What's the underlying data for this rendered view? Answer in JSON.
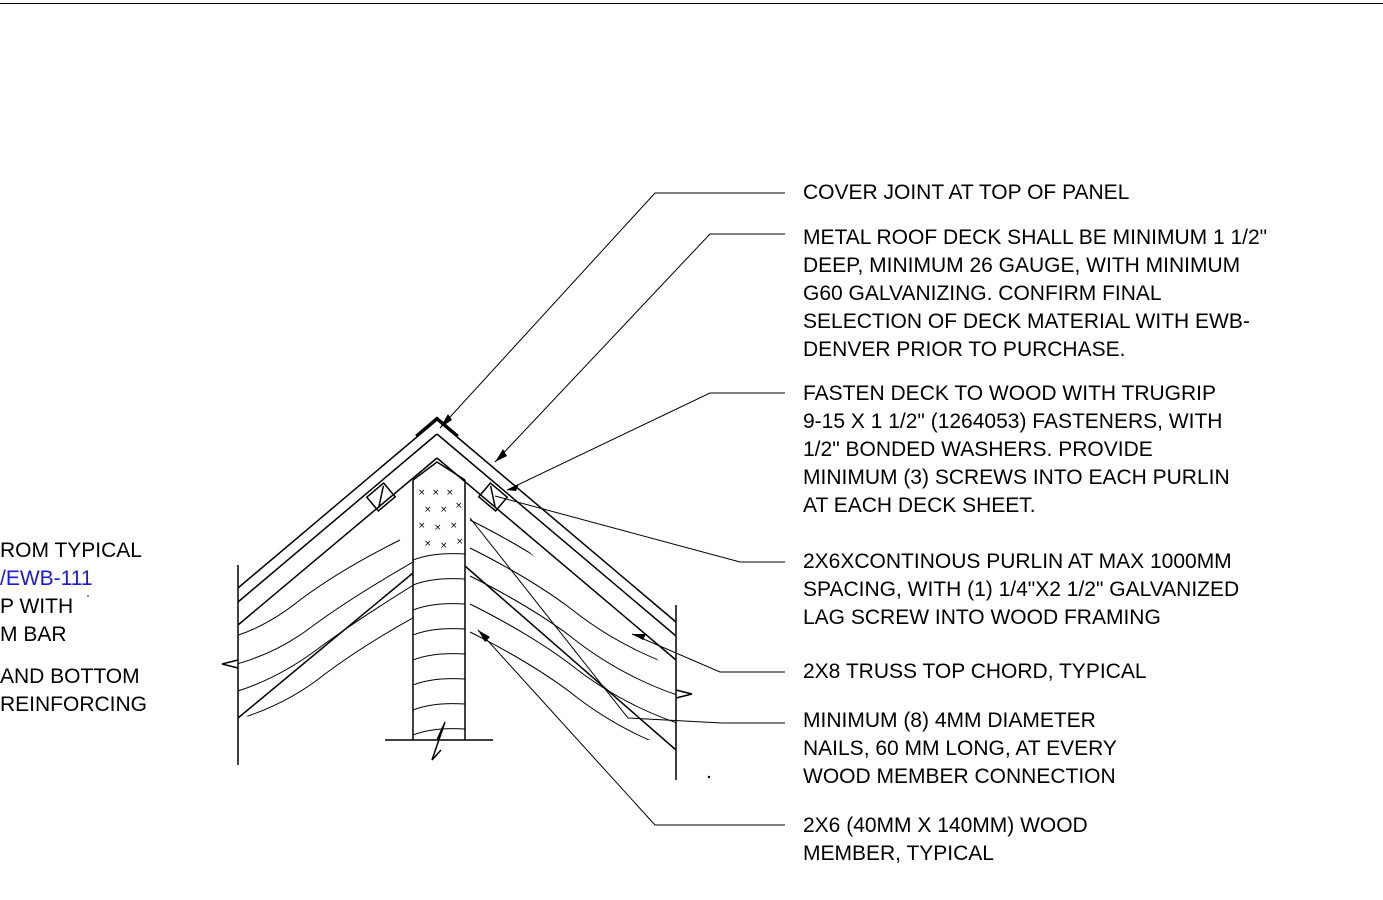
{
  "left_notes": [
    "ROM TYPICAL",
    "/EWB-111",
    "P WITH",
    "M BAR",
    "AND BOTTOM",
    "REINFORCING"
  ],
  "notes": [
    {
      "lines": [
        "COVER JOINT AT TOP OF PANEL"
      ]
    },
    {
      "lines": [
        "METAL ROOF DECK SHALL BE MINIMUM 1 1/2\"",
        "DEEP, MINIMUM 26 GAUGE, WITH MINIMUM",
        "G60 GALVANIZING. CONFIRM FINAL",
        "SELECTION OF DECK MATERIAL WITH EWB-",
        "DENVER PRIOR TO PURCHASE."
      ]
    },
    {
      "lines": [
        "FASTEN DECK TO WOOD WITH TRUGRIP",
        "9-15 X 1 1/2\" (1264053) FASTENERS, WITH",
        "1/2\" BONDED WASHERS. PROVIDE",
        "MINIMUM (3) SCREWS INTO EACH PURLIN",
        "AT EACH DECK SHEET."
      ]
    },
    {
      "lines": [
        "2X6XCONTINOUS PURLIN AT MAX 1000MM",
        "SPACING,  WITH (1) 1/4\"X2 1/2\" GALVANIZED",
        "LAG SCREW INTO WOOD FRAMING"
      ]
    },
    {
      "lines": [
        "2X8 TRUSS TOP CHORD, TYPICAL"
      ]
    },
    {
      "lines": [
        "MINIMUM (8) 4MM DIAMETER",
        "NAILS, 60 MM LONG, AT EVERY",
        "WOOD MEMBER CONNECTION"
      ]
    },
    {
      "lines": [
        "2X6 (40MM X 140MM) WOOD",
        "MEMBER, TYPICAL"
      ]
    }
  ],
  "colors": {
    "line": "#000000",
    "link": "#1a1adc",
    "background": "#ffffff"
  }
}
